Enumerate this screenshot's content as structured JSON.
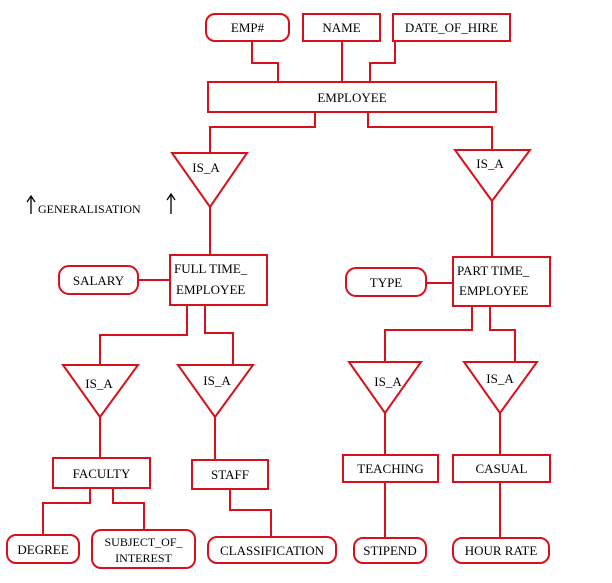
{
  "entities": {
    "employee": "EMPLOYEE",
    "full_time_line1": "FULL TIME_",
    "full_time_line2": "EMPLOYEE",
    "part_time_line1": "PART TIME_",
    "part_time_line2": "EMPLOYEE",
    "faculty": "FACULTY",
    "staff": "STAFF",
    "teaching": "TEACHING",
    "casual": "CASUAL"
  },
  "attributes": {
    "emp": "EMP#",
    "name": "NAME",
    "date_of_hire": "DATE_OF_HIRE",
    "salary": "SALARY",
    "type": "TYPE",
    "degree": "DEGREE",
    "subject_line1": "SUBJECT_OF_",
    "subject_line2": "INTEREST",
    "classification": "CLASSIFICATION",
    "stipend": "STIPEND",
    "hour_rate": "HOUR RATE"
  },
  "relationships": {
    "is_a": "IS_A"
  },
  "annotation": {
    "generalisation": "GENERALISATION"
  },
  "colors": {
    "stroke": "#d8101b",
    "text": "#000000"
  }
}
